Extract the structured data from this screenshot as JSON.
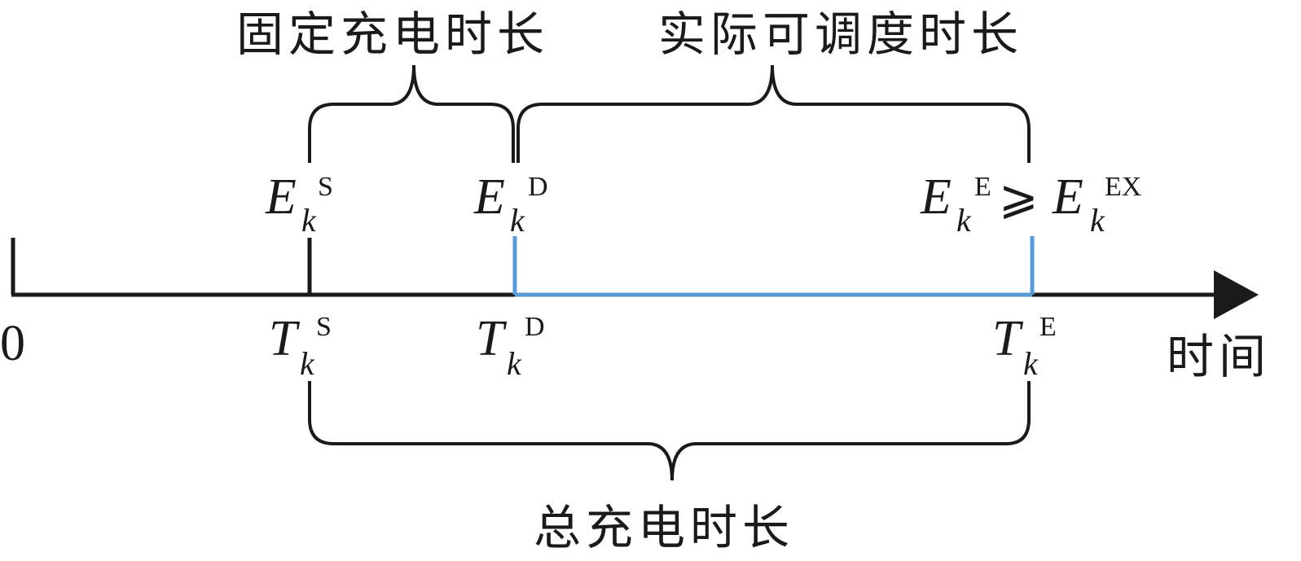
{
  "labels": {
    "fixed_charge_duration": "固定充电时长",
    "actual_dispatch_duration": "实际可调度时长",
    "total_charge_duration": "总充电时长",
    "time_axis": "时间",
    "origin": "0"
  },
  "energy_labels": {
    "start": {
      "base": "E",
      "sub": "k",
      "sup": "S"
    },
    "dispatch": {
      "base": "E",
      "sub": "k",
      "sup": "D"
    },
    "end": {
      "base": "E",
      "sub": "k",
      "sup": "E"
    },
    "relation": "⩾",
    "expected": {
      "base": "E",
      "sub": "k",
      "sup": "EX"
    }
  },
  "time_labels": {
    "start": {
      "base": "T",
      "sub": "k",
      "sup": "S"
    },
    "dispatch": {
      "base": "T",
      "sub": "k",
      "sup": "D"
    },
    "end": {
      "base": "T",
      "sub": "k",
      "sup": "E"
    }
  },
  "colors": {
    "axis": "#1a1a1a",
    "dispatch_segment": "#5b9bd5"
  }
}
